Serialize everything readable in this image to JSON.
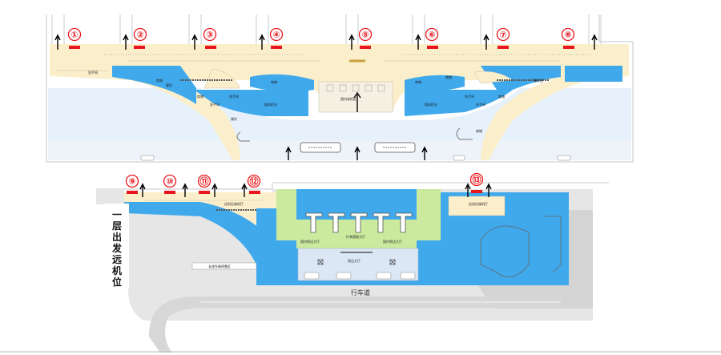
{
  "colors": {
    "concourse": "#faeecb",
    "hall": "#e6f1fb",
    "blue": "#40a9ec",
    "green": "#ccea9e",
    "apron": "#d4d4d4",
    "gate_red": "#e8161b"
  },
  "upper": {
    "gates": [
      {
        "num": "①"
      },
      {
        "num": "②"
      },
      {
        "num": "③"
      },
      {
        "num": "④"
      },
      {
        "num": "⑤"
      },
      {
        "num": "⑥"
      },
      {
        "num": "⑦"
      },
      {
        "num": "⑧"
      }
    ],
    "labels": {
      "restroom_l1": "洗手间",
      "restroom_l2": "洗手间",
      "shop_l1": "商铺",
      "shop_l2": "商铺",
      "dining_l": "餐饮",
      "shop_l3": "商铺",
      "restroom_l3": "洗手间",
      "checkin_l": "值机柜台",
      "dining_l2": "餐饮",
      "security": "国内安检区",
      "shop_r1": "商铺",
      "shop_r2": "商铺",
      "restroom_r1": "洗手间",
      "dining_r": "餐饮区",
      "restroom_r2": "洗手间",
      "shop_r3": "商铺",
      "checkin_r": "值机柜台",
      "shop_r4": "商铺"
    }
  },
  "lower": {
    "gates": [
      {
        "num": "⑨"
      },
      {
        "num": "⑩"
      },
      {
        "num": "⑪"
      },
      {
        "num": "⑫"
      },
      {
        "num": "⑬"
      }
    ],
    "labels": {
      "waiting_l": "远机位候机厅",
      "waiting_r": "远机位候机厅",
      "vip": "行李提取大厅",
      "transfer_l": "国内到达大厅",
      "transfer_r": "国内到达大厅",
      "hall": "到达大厅",
      "parking": "长途车辆停靠区",
      "road": "行车道"
    },
    "side_title": "一层出发远机位"
  }
}
